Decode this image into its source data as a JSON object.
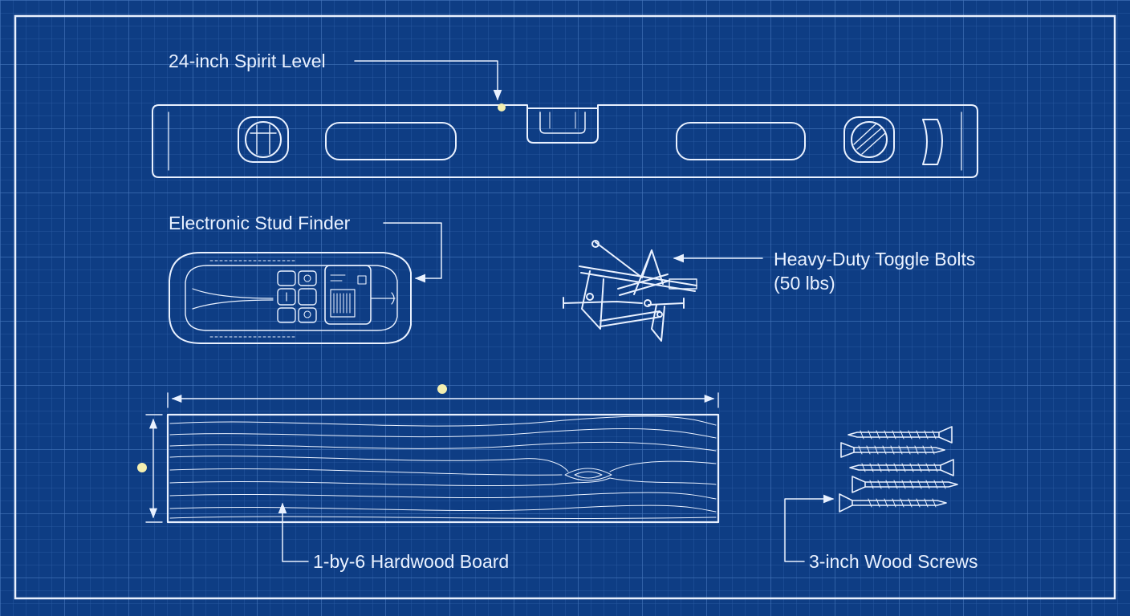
{
  "colors": {
    "background": "#0e3d84",
    "grid_minor": "#2d5ea6",
    "grid_major": "#4677bd",
    "line": "#e9f1ff",
    "marker": "#f4efb0"
  },
  "labels": {
    "level": "24-inch Spirit Level",
    "stud_finder": "Electronic Stud Finder",
    "toggle_line1": "Heavy-Duty Toggle Bolts",
    "toggle_line2": "(50 lbs)",
    "board": "1-by-6 Hardwood Board",
    "screws": "3-inch Wood Screws"
  },
  "icons": {
    "level": "spirit-level-icon",
    "stud_finder": "stud-finder-icon",
    "toggle_bolts": "toggle-bolts-icon",
    "board": "hardwood-board-icon",
    "screws": "wood-screws-icon"
  }
}
